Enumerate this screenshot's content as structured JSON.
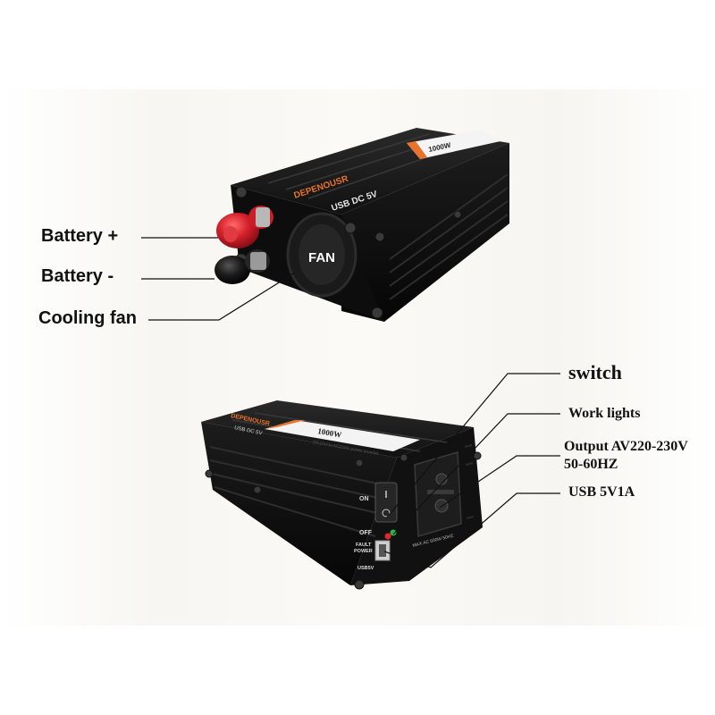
{
  "top_unit": {
    "brand": "DEPENOUSR",
    "usb_text": "USB DC 5V",
    "plate_title": "1000W",
    "fan_text": "FAN",
    "labels": {
      "battery_plus": "Battery +",
      "battery_minus": "Battery -",
      "cooling_fan": "Cooling fan"
    }
  },
  "bottom_unit": {
    "brand": "DEPENOUSR",
    "usb_text": "USB DC 5V",
    "plate_title": "1000W",
    "plate_subtitle": "DC12V to AC220V power inverter",
    "switch_on": "ON",
    "switch_off": "OFF",
    "fault_text": "FAULT",
    "power_text": "POWER",
    "usb_port_text": "USB5V",
    "socket_text": "MAX AC 600W 50HZ",
    "labels": {
      "switch": "switch",
      "work_lights": "Work lights",
      "output_line1": "Output AV220-230V",
      "output_line2": "50-60HZ",
      "usb": "USB 5V1A"
    }
  },
  "colors": {
    "body_dark": "#141414",
    "terminal_red": "#d41f2a",
    "indicator_green": "#2fb44a",
    "indicator_red": "#e02a2a",
    "plate_orange": "#e8742c"
  }
}
